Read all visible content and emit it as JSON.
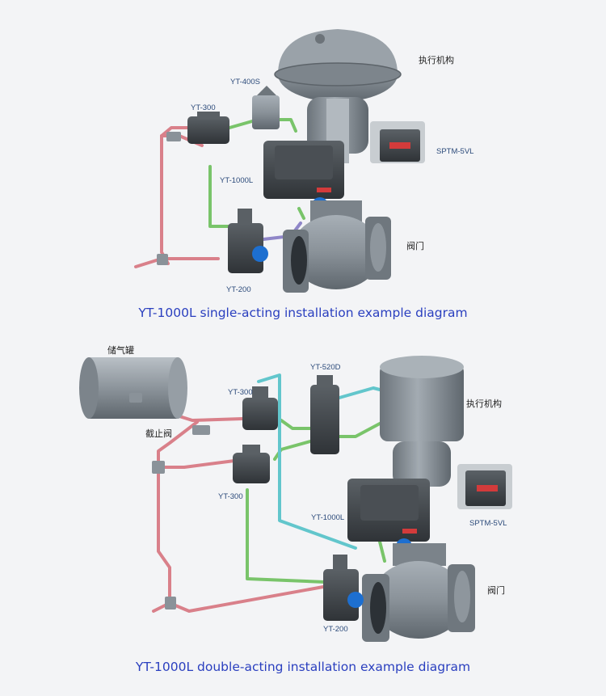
{
  "colors": {
    "supply_line": "#d9808a",
    "signal_line": "#79c46a",
    "output_line": "#62c6cc",
    "feedback_line": "#8f86c8",
    "caption": "#2a3fbf",
    "body_metal": "#8b949c",
    "accent_blue": "#1d6fd0"
  },
  "diagram1": {
    "labels": {
      "yt400s": "YT-400S",
      "yt300": "YT-300",
      "actuator": "执行机构",
      "sptm": "SPTM-5VL",
      "yt1000l": "YT-1000L",
      "valve": "阀门",
      "yt200": "YT-200"
    },
    "caption": "YT-1000L single-acting installation example diagram"
  },
  "diagram2": {
    "labels": {
      "tank": "储气罐",
      "yt520d": "YT-520D",
      "yt300_top": "YT-300",
      "actuator": "执行机构",
      "check_valve": "截止阀",
      "yt300_bottom": "YT-300",
      "sptm": "SPTM-5VL",
      "yt1000l": "YT-1000L",
      "valve": "阀门",
      "yt200": "YT-200"
    },
    "caption": "YT-1000L double-acting installation example diagram"
  }
}
